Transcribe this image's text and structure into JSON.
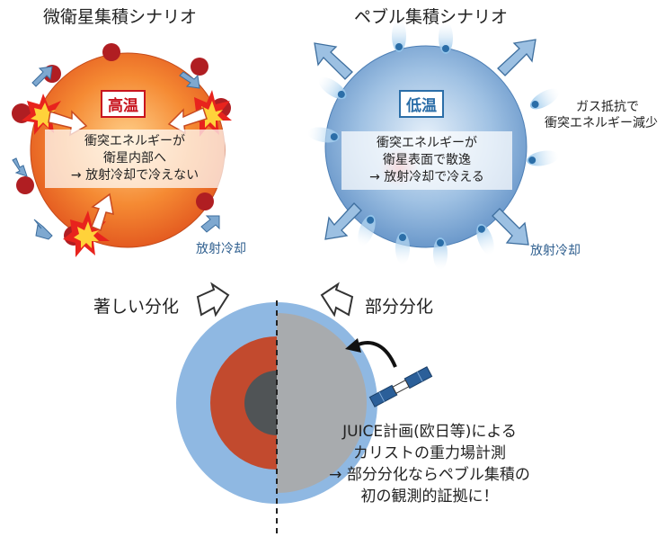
{
  "left_scenario": {
    "title": "微衛星集積シナリオ",
    "temp_label": "高温",
    "box_lines": [
      "衝突エネルギーが",
      "衛星内部へ",
      "→ 放射冷却で冷えない"
    ],
    "cooling_label": "放射冷却",
    "result_label": "著しい分化"
  },
  "right_scenario": {
    "title": "ペブル集積シナリオ",
    "temp_label": "低温",
    "box_lines": [
      "衝突エネルギーが",
      "衛星表面で散逸",
      "→ 放射冷却で冷える"
    ],
    "drag_note_lines": [
      "ガス抵抗で",
      "衝突エネルギー減少"
    ],
    "cooling_label": "放射冷却",
    "result_label": "部分分化"
  },
  "bottom": {
    "juice_lines": [
      "JUICE計画(欧日等)による",
      "カリストの重力場計測",
      "→ 部分分化ならペブル集積の",
      "初の観測的証拠に！"
    ]
  },
  "colors": {
    "hot_sphere": "#f07a2a",
    "cold_sphere": "#8fb4da",
    "hot_tag": "#c8141e",
    "cold_tag": "#2b6ea8",
    "pebble": "#b8d7ef",
    "impactor": "#b01e22"
  }
}
